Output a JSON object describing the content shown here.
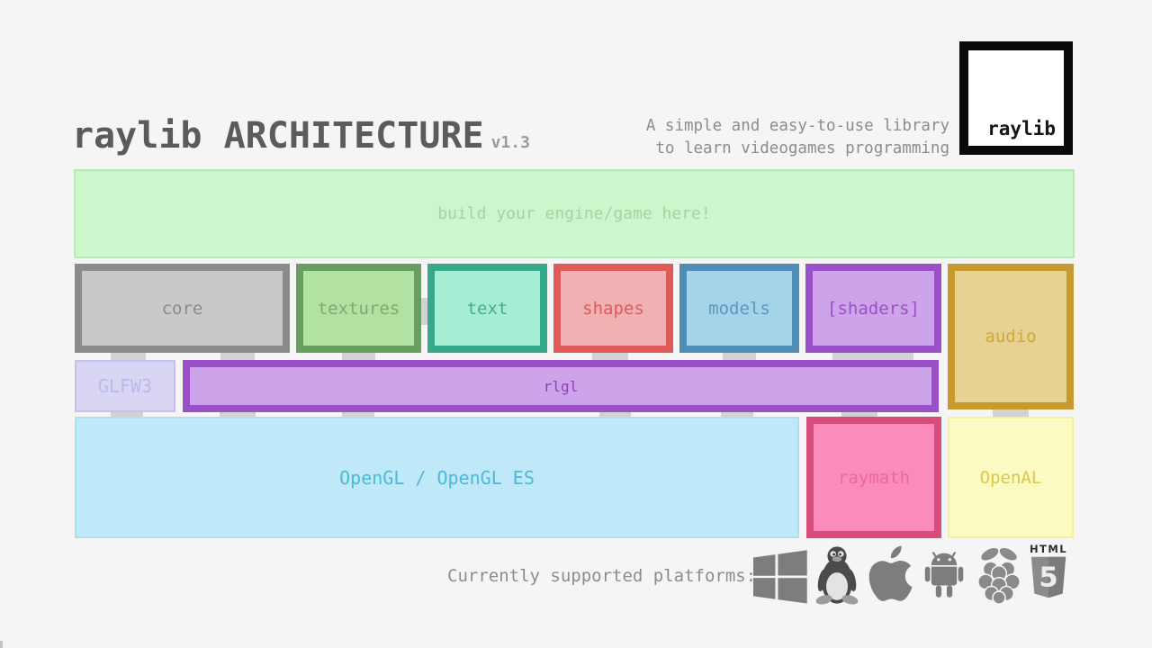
{
  "colors": {
    "background": "#f5f5f5",
    "connector": "#d2d2d2",
    "icon_gray": "#7d7d7d",
    "logo_border": "#0a0a0a"
  },
  "header": {
    "title": "raylib ARCHITECTURE",
    "version": "v1.3",
    "tagline": [
      "A simple and easy-to-use library",
      "to learn videogames programming"
    ],
    "logo_text": "raylib"
  },
  "banner": {
    "label": "build your engine/game here!",
    "fill": "#ccf6cc",
    "border": "#b7eab7",
    "text": "#9fd69f"
  },
  "modules": [
    {
      "id": "core",
      "label": "core",
      "fill": "#c9c9c9",
      "border": "#8b8b8b",
      "text": "#8b8b8b"
    },
    {
      "id": "textures",
      "label": "textures",
      "fill": "#b1e2a1",
      "border": "#689e60",
      "text": "#7dab70"
    },
    {
      "id": "text",
      "label": "text",
      "fill": "#a5eed3",
      "border": "#36a98a",
      "text": "#44ad90"
    },
    {
      "id": "shapes",
      "label": "shapes",
      "fill": "#efb1b1",
      "border": "#e05a5a",
      "text": "#e05a5a"
    },
    {
      "id": "models",
      "label": "models",
      "fill": "#a5d4ea",
      "border": "#4e8db6",
      "text": "#5d97bc"
    },
    {
      "id": "shaders",
      "label": "[shaders]",
      "fill": "#cda4e9",
      "border": "#9b4fc9",
      "text": "#9b4fc9"
    },
    {
      "id": "audio",
      "label": "audio",
      "fill": "#e7d193",
      "border": "#c8992f",
      "text": "#cfa73c"
    }
  ],
  "middleware": [
    {
      "id": "glfw3",
      "label": "GLFW3",
      "fill": "#d9d6f3",
      "border": "#c5c1ef",
      "text": "#bcb7ed"
    },
    {
      "id": "rlgl",
      "label": "rlgl",
      "fill": "#cda4e9",
      "border": "#9b4fc9",
      "text": "#8b40bf"
    }
  ],
  "backend": [
    {
      "id": "opengl",
      "label": "OpenGL / OpenGL ES",
      "fill": "#bfe9f8",
      "border": "#abdff2",
      "text": "#4db9d8"
    },
    {
      "id": "raymath",
      "label": "raymath",
      "fill": "#fb8bba",
      "border": "#d84b7d",
      "text": "#ea68a0"
    },
    {
      "id": "openal",
      "label": "OpenAL",
      "fill": "#fbfac0",
      "border": "#f3f0a3",
      "text": "#d7c94f"
    }
  ],
  "platforms": {
    "label": "Currently supported platforms:",
    "icons": [
      {
        "name": "windows-icon",
        "platform": "Windows"
      },
      {
        "name": "linux-icon",
        "platform": "Linux"
      },
      {
        "name": "apple-icon",
        "platform": "macOS"
      },
      {
        "name": "android-icon",
        "platform": "Android"
      },
      {
        "name": "raspberry-pi-icon",
        "platform": "Raspberry Pi"
      },
      {
        "name": "html5-icon",
        "platform": "HTML5"
      }
    ],
    "html5_top_text": "HTML",
    "html5_number": "5"
  }
}
